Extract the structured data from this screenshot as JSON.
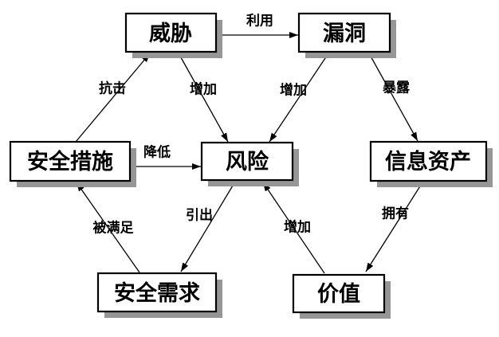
{
  "diagram": {
    "type": "concept-relationship-diagram",
    "topic": "information-security-risk-relationships",
    "language": "zh-CN",
    "colors": {
      "background": "#ffffff",
      "node_fill": "#ffffff",
      "node_border": "#000000",
      "node_shadow": "#969696",
      "edge_line": "#000000",
      "text": "#000000"
    },
    "nodes": {
      "threat": {
        "label": "威胁"
      },
      "vulnerability": {
        "label": "漏洞"
      },
      "security_measures": {
        "label": "安全措施"
      },
      "risk": {
        "label": "风险"
      },
      "information_assets": {
        "label": "信息资产"
      },
      "security_requirements": {
        "label": "安全需求"
      },
      "value": {
        "label": "价值"
      }
    },
    "edges": {
      "exploit": {
        "from_node": "威胁",
        "to_node": "漏洞",
        "label": "利用"
      },
      "resist": {
        "from_node": "安全措施",
        "to_node": "威胁",
        "label": "抗击"
      },
      "increase_from_threat": {
        "from_node": "威胁",
        "to_node": "风险",
        "label": "增加"
      },
      "increase_from_vulnerability": {
        "from_node": "漏洞",
        "to_node": "风险",
        "label": "增加"
      },
      "expose": {
        "from_node": "漏洞",
        "to_node": "信息资产",
        "label": "暴露"
      },
      "reduce": {
        "from_node": "安全措施",
        "to_node": "风险",
        "label": "降低"
      },
      "be_satisfied": {
        "from_node": "安全需求",
        "to_node": "安全措施",
        "label": "被满足"
      },
      "lead_to": {
        "from_node": "风险",
        "to_node": "安全需求",
        "label": "引出"
      },
      "increase_from_value": {
        "from_node": "价值",
        "to_node": "风险",
        "label": "增加"
      },
      "own": {
        "from_node": "信息资产",
        "to_node": "价值",
        "label": "拥有"
      }
    }
  }
}
